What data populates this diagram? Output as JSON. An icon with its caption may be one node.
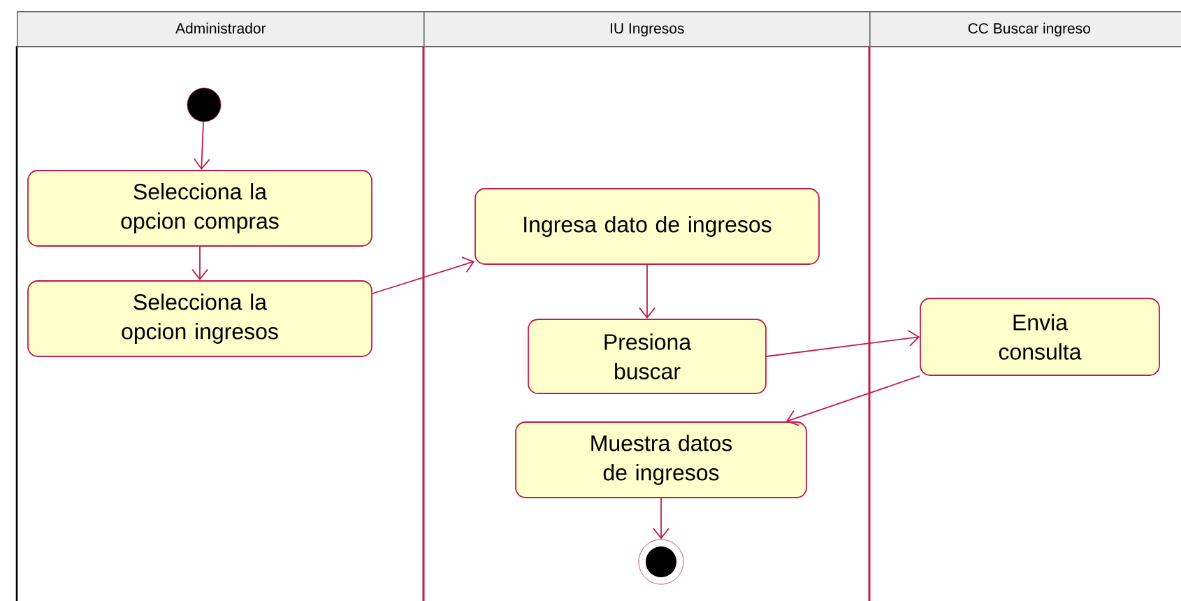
{
  "diagram": {
    "nodes": [
      {
        "text": [
          "Administrador"
        ]
      },
      {
        "text": [
          "IU Ingresos"
        ]
      },
      {
        "text": [
          "CC Buscar ingreso"
        ]
      },
      {
        "text": [],
        "shape": "circle",
        "in": 0
      },
      {
        "text": [
          "Selecciona la opcion compras"
        ],
        "in": 0
      },
      {
        "text": [
          "Selecciona la opcion ingresos"
        ],
        "in": 0
      },
      {
        "text": [
          "Ingresa dato de ingresos"
        ],
        "in": 1
      },
      {
        "text": [
          "Presiona buscar"
        ],
        "in": 1
      },
      {
        "text": [
          "Envia consulta"
        ],
        "in": 2
      },
      {
        "text": [
          "Muestra datos de ingresos"
        ],
        "in": 1
      },
      {
        "text": [],
        "shape": "circle",
        "in": 1
      }
    ],
    "edges": [
      {
        "from": 3,
        "to": 4,
        "arrow": "to"
      },
      {
        "from": 4,
        "to": 5,
        "arrow": "to"
      },
      {
        "from": 5,
        "to": 6,
        "arrow": "to"
      },
      {
        "from": 6,
        "to": 7,
        "arrow": "to"
      },
      {
        "from": 7,
        "to": 8,
        "arrow": "to"
      },
      {
        "from": 8,
        "to": 9,
        "arrow": "to"
      },
      {
        "from": 9,
        "to": 10,
        "arrow": "to"
      }
    ]
  }
}
